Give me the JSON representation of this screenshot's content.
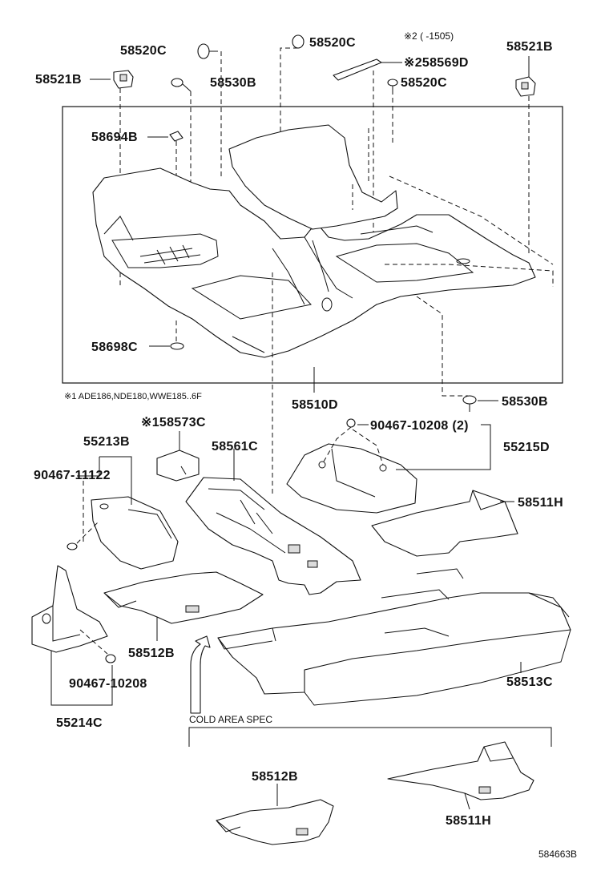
{
  "labels": {
    "p58520C_a": "58520C",
    "p58520C_b": "58520C",
    "p58520C_c": "58520C",
    "note2_range": "※2 (      -1505)",
    "p58521B_l": "58521B",
    "p58521B_r": "58521B",
    "p58530B_a": "58530B",
    "p58569D": "※258569D",
    "p58694B": "58694B",
    "p58698C": "58698C",
    "note1": "※1 ADE186,NDE180,WWE185..6F",
    "p58510D": "58510D",
    "p58530B_b": "58530B",
    "p58573C": "※158573C",
    "p90467_10208_2": "90467-10208 (2)",
    "p55213B": "55213B",
    "p58561C": "58561C",
    "p55215D": "55215D",
    "p90467_11122": "90467-11122",
    "p58511H_a": "58511H",
    "p58512B_a": "58512B",
    "p90467_10208": "90467-10208",
    "p58513C": "58513C",
    "p55214C": "55214C",
    "cold_area": "COLD  AREA  SPEC",
    "p58512B_b": "58512B",
    "p58511H_b": "58511H",
    "diagram_id": "584663B"
  }
}
